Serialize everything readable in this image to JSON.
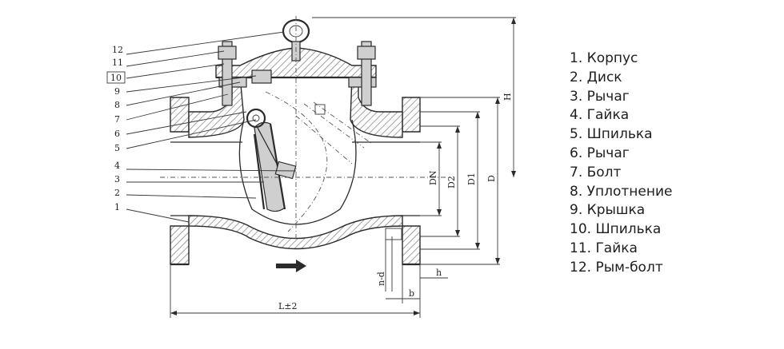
{
  "callouts": [
    "12",
    "11",
    "10",
    "9",
    "8",
    "7",
    "6",
    "5",
    "4",
    "3",
    "2",
    "1"
  ],
  "dimensions": {
    "dn": "DN",
    "d2": "D2",
    "d1": "D1",
    "d": "D",
    "h_total": "H",
    "length": "L±2",
    "bolt_holes": "n-d",
    "flange_b": "b",
    "flange_h": "h"
  },
  "legend": [
    "1. Корпус",
    "2. Диск",
    "3. Рычаг",
    "4. Гайка",
    "5. Шпилька",
    "6. Рычаг",
    "7. Болт",
    "8. Уплотнение",
    "9. Крышка",
    "10. Шпилька",
    "11. Гайка",
    "12. Рым-болт"
  ],
  "colors": {
    "line": "#2b2b2b",
    "text": "#1e1e1e",
    "background": "#ffffff"
  }
}
